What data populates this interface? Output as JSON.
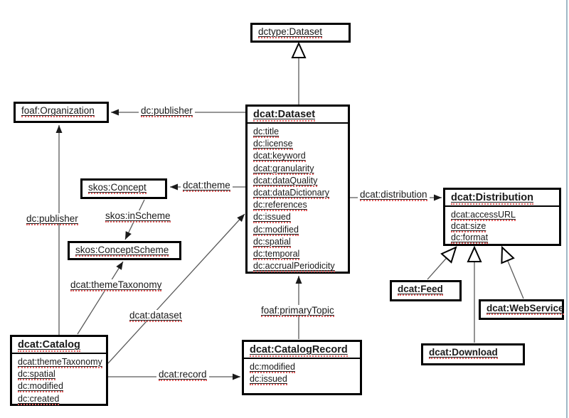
{
  "classes": [
    {
      "id": "dctype-dataset",
      "name": "dctype:Dataset",
      "properties": []
    },
    {
      "id": "foaf-organization",
      "name": "foaf:Organization",
      "properties": []
    },
    {
      "id": "dcat-dataset",
      "name": "dcat:Dataset",
      "properties": [
        "dc:title",
        "dc:license",
        "dcat:keyword",
        "dcat:granularity",
        "dcat:dataQuality",
        "dcat:dataDictionary",
        "dc:references",
        "dc:issued",
        "dc:modified",
        "dc:spatial",
        "dc:temporal",
        "dc:accrualPeriodicity"
      ]
    },
    {
      "id": "skos-concept",
      "name": "skos:Concept",
      "properties": []
    },
    {
      "id": "skos-conceptscheme",
      "name": "skos:ConceptScheme",
      "properties": []
    },
    {
      "id": "dcat-catalog",
      "name": "dcat:Catalog",
      "properties": [
        "dcat:themeTaxonomy",
        "dc:spatial",
        "dc:modified",
        "dc:created"
      ]
    },
    {
      "id": "dcat-catalogrecord",
      "name": "dcat:CatalogRecord",
      "properties": [
        "dc:modified",
        "dc:issued"
      ]
    },
    {
      "id": "dcat-distribution",
      "name": "dcat:Distribution",
      "properties": [
        "dcat:accessURL",
        "dcat:size",
        "dc:format"
      ]
    },
    {
      "id": "dcat-feed",
      "name": "dcat:Feed",
      "properties": []
    },
    {
      "id": "dcat-webservice",
      "name": "dcat:WebService",
      "properties": []
    },
    {
      "id": "dcat-download",
      "name": "dcat:Download",
      "properties": []
    }
  ],
  "edge_labels": {
    "publisher_top": "dc:publisher",
    "publisher_left": "dc:publisher",
    "theme": "dcat:theme",
    "inscheme": "skos:inScheme",
    "theme_taxonomy": "dcat:themeTaxonomy",
    "dataset": "dcat:dataset",
    "record": "dcat:record",
    "primary_topic": "foaf:primaryTopic",
    "distribution": "dcat:distribution"
  },
  "colors": {
    "line": "#595959",
    "arrow": "#1a1a1a",
    "box_border": "#000000",
    "squiggle": "#e06060",
    "background": "#ffffff",
    "frame_edge": "#9fb8c6"
  }
}
